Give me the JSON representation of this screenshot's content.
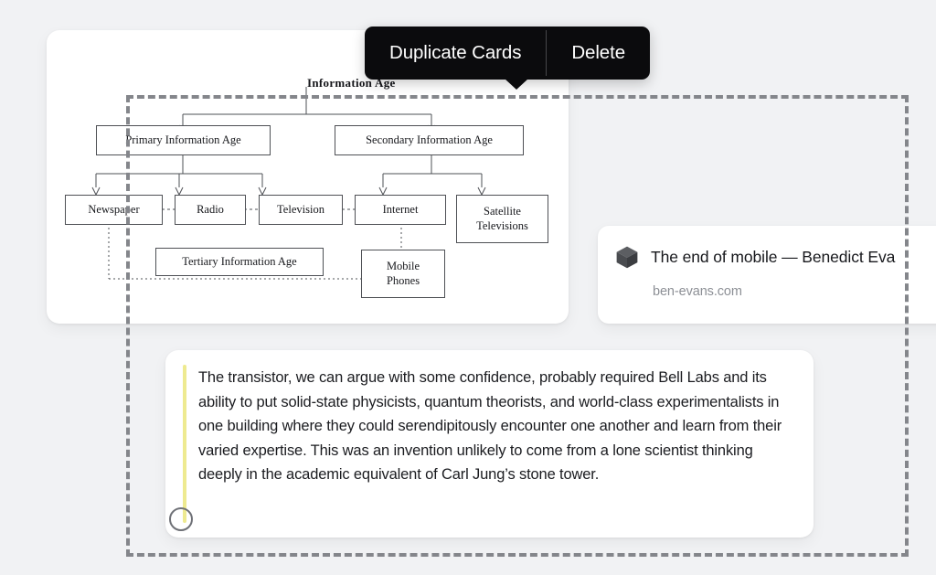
{
  "canvas": {
    "background_color": "#f1f2f4"
  },
  "selection": {
    "label": "selection-marquee",
    "style": "dashed",
    "color": "#84868b"
  },
  "context_menu": {
    "background_color": "#0b0b0d",
    "items": [
      {
        "label": "Duplicate Cards",
        "name": "duplicate-cards"
      },
      {
        "label": "Delete",
        "name": "delete"
      }
    ]
  },
  "diagram_card": {
    "title": "Information Age",
    "nodes": [
      {
        "id": "primary",
        "label": "Primary Information Age"
      },
      {
        "id": "secondary",
        "label": "Secondary Information Age"
      },
      {
        "id": "newspaper",
        "label": "Newspaper"
      },
      {
        "id": "radio",
        "label": "Radio"
      },
      {
        "id": "television",
        "label": "Television"
      },
      {
        "id": "internet",
        "label": "Internet"
      },
      {
        "id": "satellite",
        "label": "Satellite\nTelevisions"
      },
      {
        "id": "tertiary",
        "label": "Tertiary Information Age"
      },
      {
        "id": "mobile",
        "label": "Mobile\nPhones"
      }
    ],
    "node_labels": {
      "primary": "Primary Information Age",
      "secondary": "Secondary Information Age",
      "newspaper": "Newspaper",
      "radio": "Radio",
      "television": "Television",
      "internet": "Internet",
      "satellite_line1": "Satellite",
      "satellite_line2": "Televisions",
      "tertiary": "Tertiary Information Age",
      "mobile_line1": "Mobile",
      "mobile_line2": "Phones"
    }
  },
  "link_card": {
    "icon": "cube-icon",
    "title": "The end of mobile — Benedict Eva",
    "url": "ben-evans.com"
  },
  "quote_card": {
    "accent_color": "#eeea90",
    "text": "The transistor, we can argue with some confidence, probably required Bell Labs and its ability to put solid-state physicists, quantum theorists, and world-class experimentalists in one building where they could serendipitously encounter one another and learn from their varied expertise. This was an invention unlikely to come from a lone scientist thinking deeply in the academic equivalent of Carl Jung’s stone tower.",
    "handle": "resize-handle"
  }
}
